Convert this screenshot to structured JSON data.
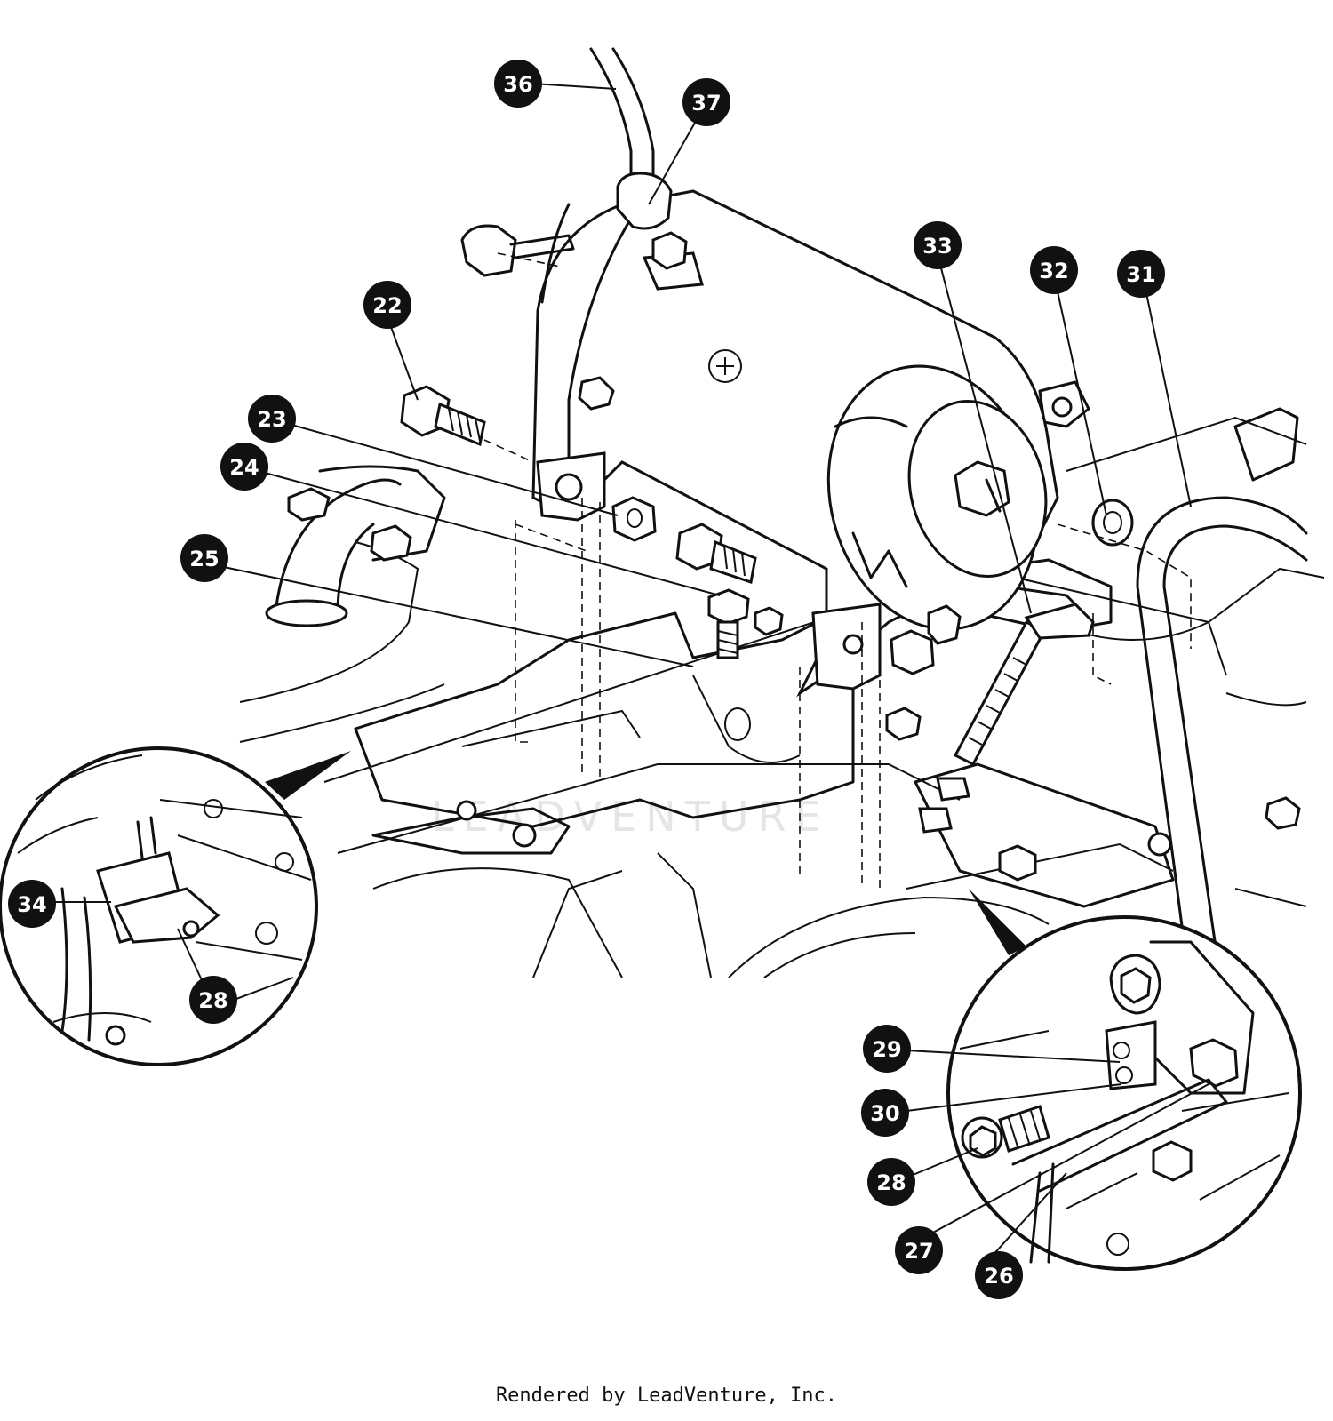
{
  "callouts": [
    {
      "label": "36"
    },
    {
      "label": "37"
    },
    {
      "label": "33"
    },
    {
      "label": "32"
    },
    {
      "label": "31"
    },
    {
      "label": "22"
    },
    {
      "label": "23"
    },
    {
      "label": "24"
    },
    {
      "label": "25"
    },
    {
      "label": "34"
    },
    {
      "label": "28"
    },
    {
      "label": "29"
    },
    {
      "label": "30"
    },
    {
      "label": "28"
    },
    {
      "label": "27"
    },
    {
      "label": "26"
    }
  ],
  "watermark": "LEADVENTURE",
  "footer": "Rendered by LeadVenture, Inc."
}
